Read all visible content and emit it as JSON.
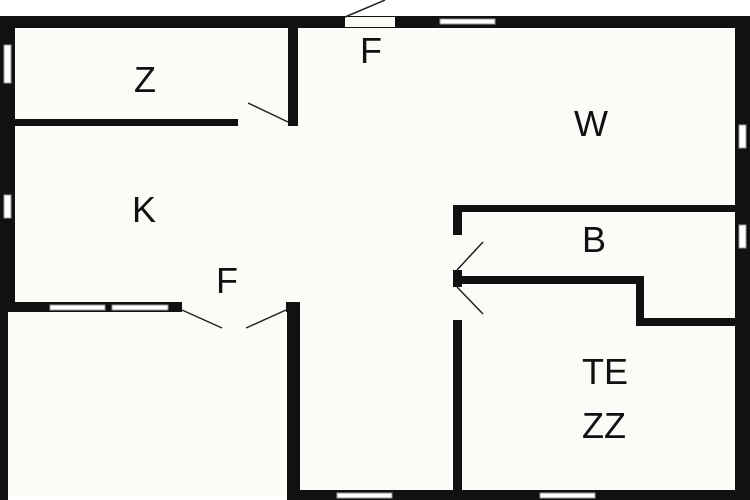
{
  "floor_plan": {
    "rooms": [
      {
        "id": "z",
        "label": "Z"
      },
      {
        "id": "f_top",
        "label": "F"
      },
      {
        "id": "w",
        "label": "W"
      },
      {
        "id": "k",
        "label": "K"
      },
      {
        "id": "f_mid",
        "label": "F"
      },
      {
        "id": "b",
        "label": "B"
      },
      {
        "id": "te",
        "label": "TE"
      },
      {
        "id": "zz",
        "label": "ZZ"
      }
    ],
    "colors": {
      "wall": "#111111",
      "floor": "#fcfbf8",
      "background": "#ffffff"
    }
  }
}
